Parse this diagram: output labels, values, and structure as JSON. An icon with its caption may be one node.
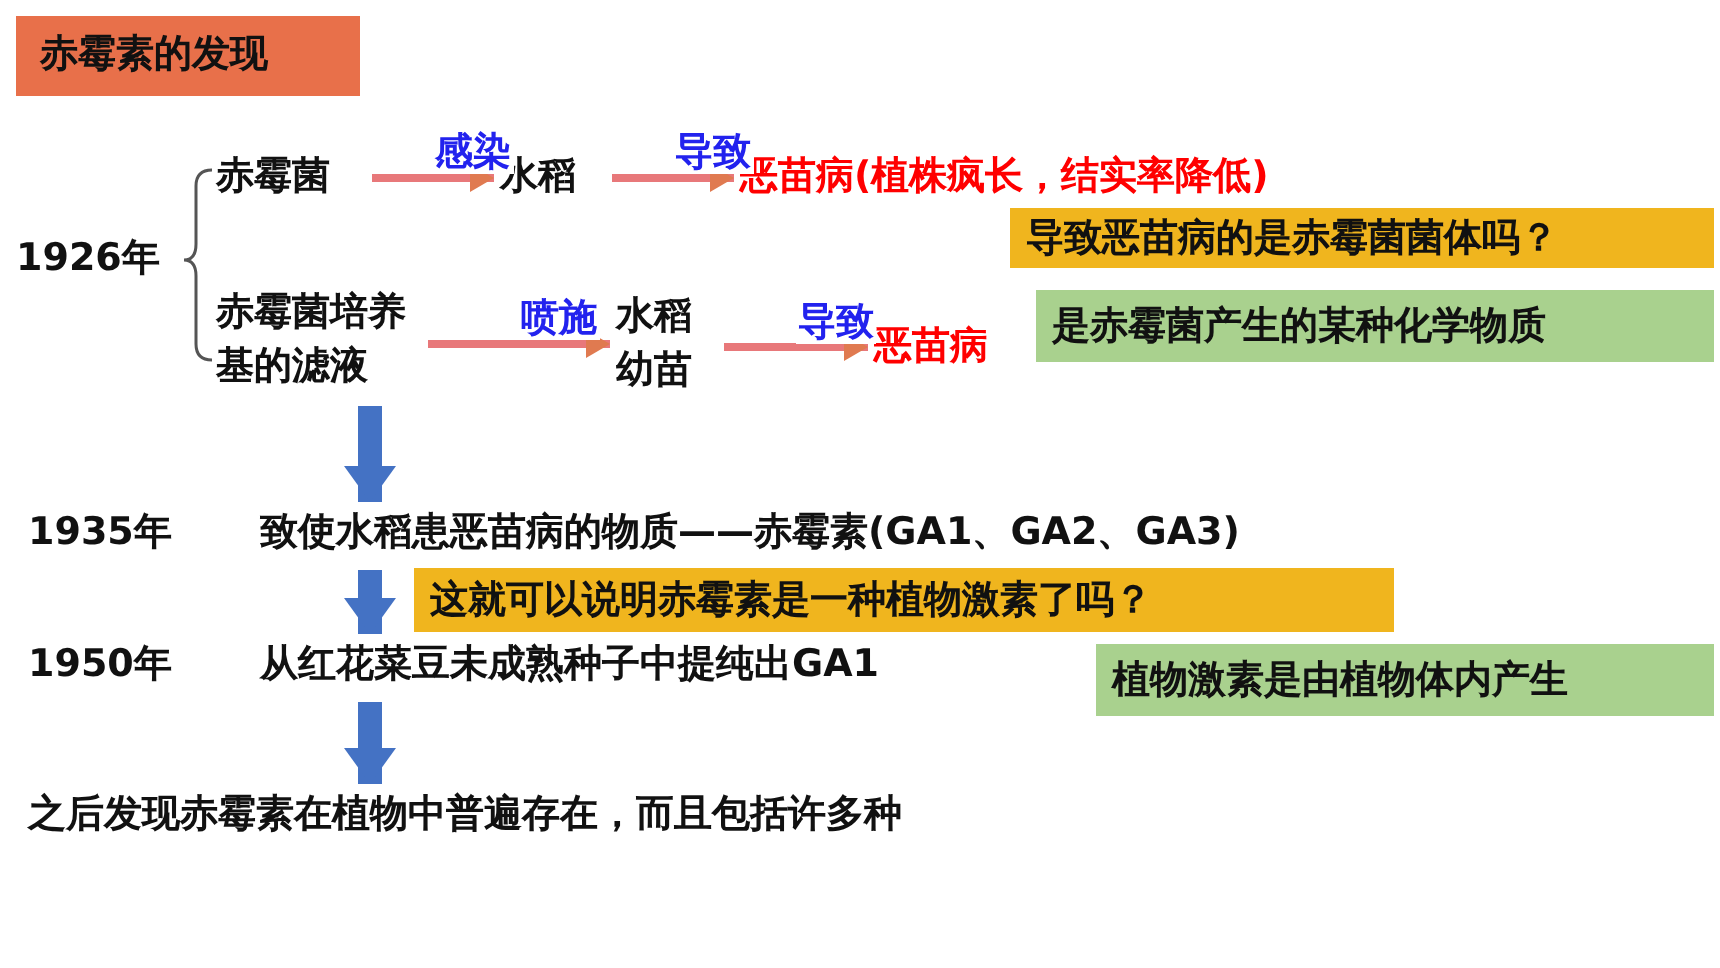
{
  "diagram": {
    "title": "赤霉素的发现",
    "nodes": [
      {
        "text": [
          "1926年"
        ]
      },
      {
        "text": [
          "赤霉菌"
        ]
      },
      {
        "text": [
          "水稻"
        ]
      },
      {
        "text": [
          "恶苗病(植株疯长，结实率降低)"
        ]
      },
      {
        "text": [
          "导致恶苗病的是赤霉菌菌体吗？"
        ]
      },
      {
        "text": [
          "赤霉菌培养基的滤液"
        ]
      },
      {
        "text": [
          "水稻幼苗"
        ]
      },
      {
        "text": [
          "恶苗病"
        ]
      },
      {
        "text": [
          "是赤霉菌产生的某种化学物质"
        ]
      },
      {
        "text": [
          "1935年"
        ]
      },
      {
        "text": [
          "致使水稻患恶苗病的物质——赤霉素(GA1、GA2、GA3)"
        ]
      },
      {
        "text": [
          "这就可以说明赤霉素是一种植物激素了吗？"
        ]
      },
      {
        "text": [
          "1950年"
        ]
      },
      {
        "text": [
          "从红花菜豆未成熟种子中提纯出GA1"
        ]
      },
      {
        "text": [
          "植物激素是由植物体内产生"
        ]
      },
      {
        "text": [
          "之后发现赤霉素在植物中普遍存在，而且包括许多种"
        ]
      }
    ],
    "edges": [
      {
        "from": 1,
        "to": 2,
        "arrow": "to",
        "label": "感染"
      },
      {
        "from": 2,
        "to": 3,
        "arrow": "to",
        "label": "导致"
      },
      {
        "from": 5,
        "to": 6,
        "arrow": "to",
        "label": "喷施"
      },
      {
        "from": 6,
        "to": 7,
        "arrow": "to",
        "label": "导致"
      },
      {
        "from": 5,
        "to": 10,
        "arrow": "to",
        "style": "thick",
        "color": "#4472c4"
      },
      {
        "from": 10,
        "to": 13,
        "arrow": "to",
        "style": "thick",
        "color": "#4472c4"
      },
      {
        "from": 13,
        "to": 15,
        "arrow": "to",
        "style": "thick",
        "color": "#4472c4"
      }
    ]
  }
}
